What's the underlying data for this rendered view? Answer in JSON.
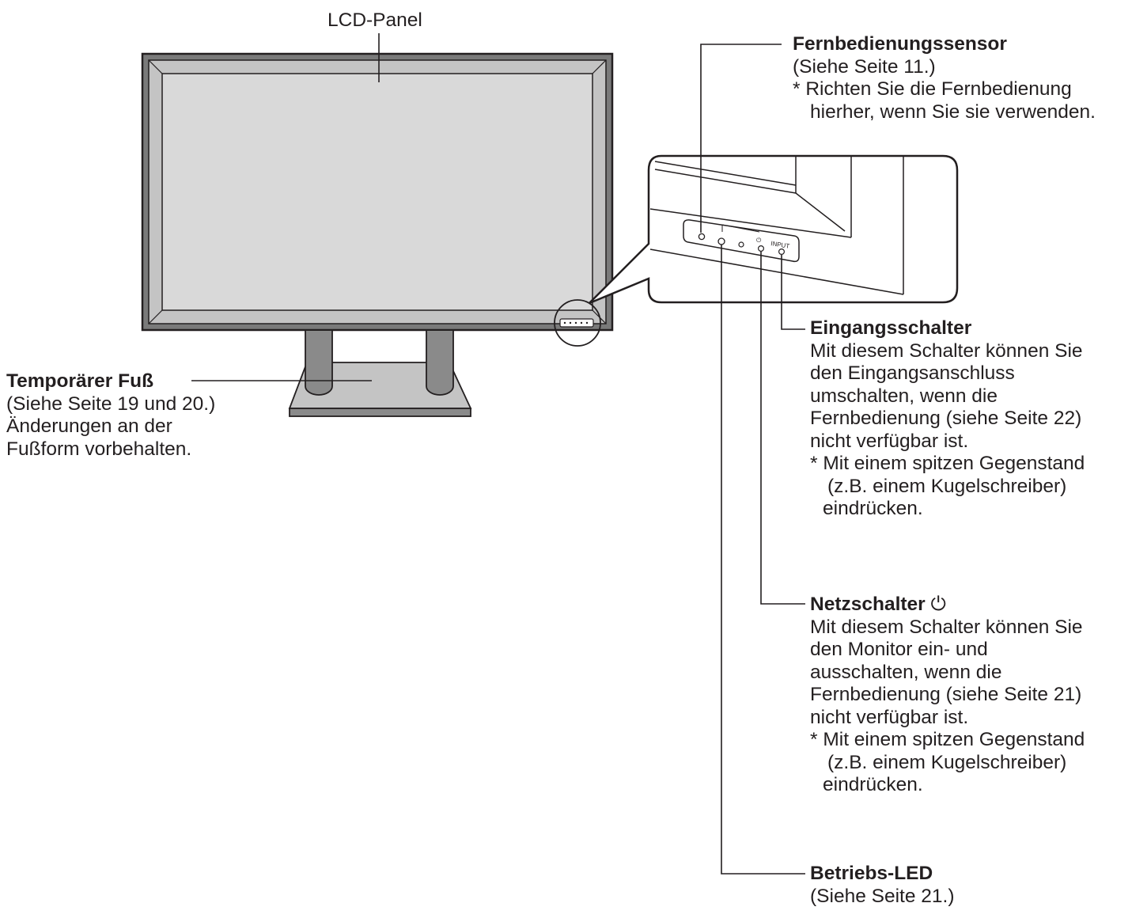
{
  "labels": {
    "lcd_panel": "LCD-Panel",
    "remote_sensor": {
      "title": "Fernbedienungssensor",
      "ref": "(Siehe Seite 11.)",
      "note_line1": "* Richten Sie die Fernbedienung",
      "note_line2": "hierher, wenn Sie sie verwenden."
    },
    "stand": {
      "title": "Temporärer Fuß",
      "ref": "(Siehe Seite 19 und 20.)",
      "line1": "Änderungen an der",
      "line2": "Fußform vorbehalten."
    },
    "input_switch": {
      "title": "Eingangsschalter",
      "line1": "Mit diesem Schalter können Sie",
      "line2": "den Eingangsanschluss",
      "line3": "umschalten, wenn die",
      "line4": "Fernbedienung (siehe Seite 22)",
      "line5": "nicht verfügbar ist.",
      "note1": "* Mit einem spitzen Gegenstand",
      "note2": "(z.B. einem Kugelschreiber)",
      "note3": "eindrücken."
    },
    "power_switch": {
      "title": "Netzschalter",
      "symbol": "⏻",
      "line1": "Mit diesem Schalter können Sie",
      "line2": "den Monitor ein- und",
      "line3": "ausschalten, wenn die",
      "line4": "Fernbedienung (siehe Seite 21)",
      "line5": "nicht verfügbar ist.",
      "note1": "* Mit einem spitzen Gegenstand",
      "note2": "(z.B. einem Kugelschreiber)",
      "note3": "eindrücken."
    },
    "power_led": {
      "title": "Betriebs-LED",
      "ref": "(Siehe Seite 21.)"
    }
  },
  "panel_marks": {
    "input_text": "INPUT",
    "power_symbol": "⏻"
  }
}
